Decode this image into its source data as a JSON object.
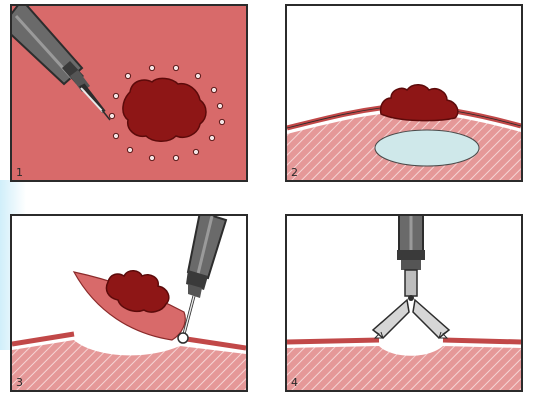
{
  "colors": {
    "tissue": "#d86a6a",
    "tissue_dark": "#c14848",
    "lesion": "#8e1616",
    "lesion_edge": "#5c0a0a",
    "cyst": "#cfe8ea",
    "instrument": "#5a5a5a",
    "instrument_dark": "#2d2d2d",
    "outline": "#2b2b2b"
  },
  "panels": [
    {
      "number": "1",
      "step": "marking-dots-around-lesion"
    },
    {
      "number": "2",
      "step": "fluid-injection-lifting-lesion"
    },
    {
      "number": "3",
      "step": "circumferential-incision-and-dissection"
    },
    {
      "number": "4",
      "step": "clip-closure-of-defect"
    }
  ]
}
